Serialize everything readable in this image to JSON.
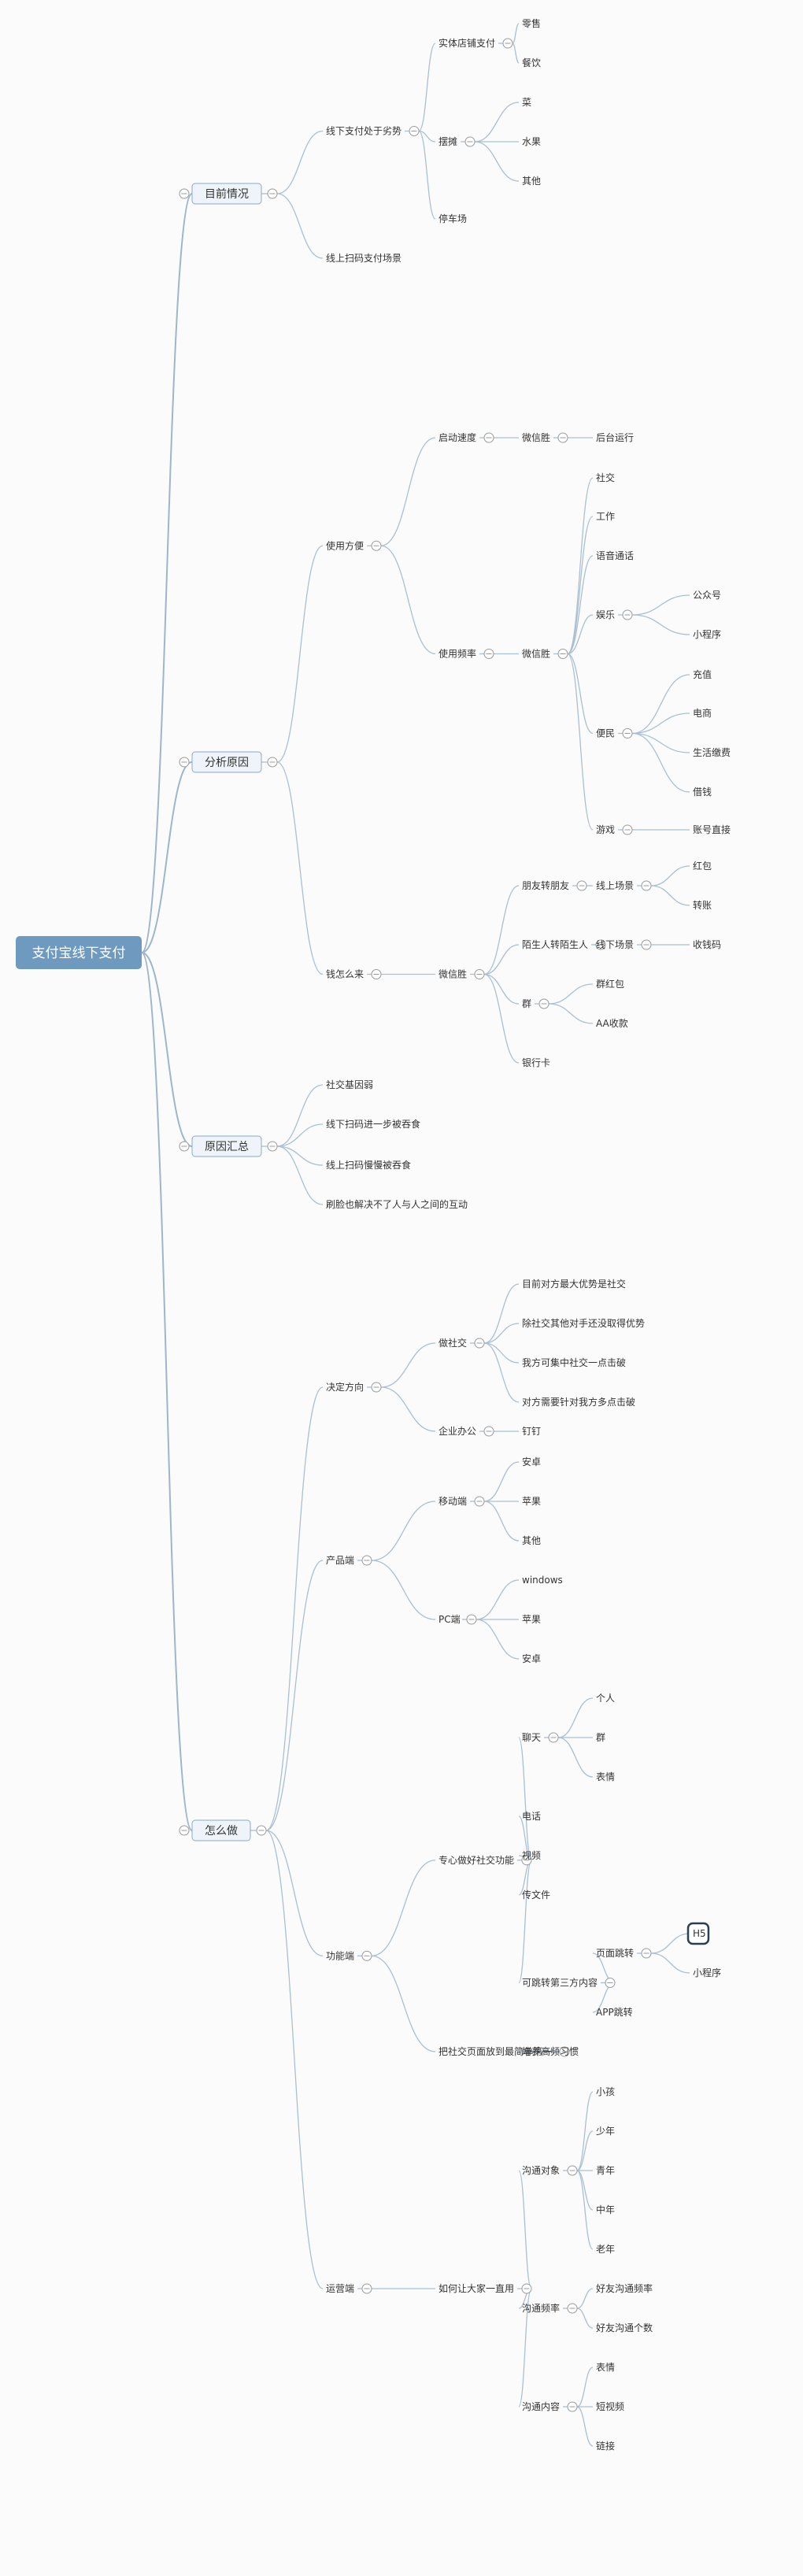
{
  "mindmap": {
    "root": "支付宝线下支付",
    "branches": [
      {
        "label": "目前情况",
        "children": [
          {
            "label": "线下支付处于劣势",
            "children": [
              {
                "label": "实体店铺支付",
                "children": [
                  {
                    "label": "零售"
                  },
                  {
                    "label": "餐饮"
                  }
                ]
              },
              {
                "label": "摆摊",
                "children": [
                  {
                    "label": "菜"
                  },
                  {
                    "label": "水果"
                  },
                  {
                    "label": "其他"
                  }
                ]
              },
              {
                "label": "停车场"
              }
            ]
          },
          {
            "label": "线上扫码支付场景"
          }
        ]
      },
      {
        "label": "分析原因",
        "children": [
          {
            "label": "使用方便",
            "children": [
              {
                "label": "启动速度",
                "children": [
                  {
                    "label": "微信胜",
                    "children": [
                      {
                        "label": "后台运行"
                      }
                    ]
                  }
                ]
              },
              {
                "label": "使用频率",
                "children": [
                  {
                    "label": "微信胜",
                    "children": [
                      {
                        "label": "社交"
                      },
                      {
                        "label": "工作"
                      },
                      {
                        "label": "语音通话"
                      },
                      {
                        "label": "娱乐",
                        "children": [
                          {
                            "label": "公众号"
                          },
                          {
                            "label": "小程序"
                          }
                        ]
                      },
                      {
                        "label": "便民",
                        "children": [
                          {
                            "label": "充值"
                          },
                          {
                            "label": "电商"
                          },
                          {
                            "label": "生活缴费"
                          },
                          {
                            "label": "借钱"
                          }
                        ]
                      },
                      {
                        "label": "游戏",
                        "children": [
                          {
                            "label": "账号直接"
                          }
                        ]
                      }
                    ]
                  }
                ]
              }
            ]
          },
          {
            "label": "钱怎么来",
            "children": [
              {
                "label": "微信胜",
                "children": [
                  {
                    "label": "朋友转朋友",
                    "children": [
                      {
                        "label": "线上场景",
                        "children": [
                          {
                            "label": "红包"
                          },
                          {
                            "label": "转账"
                          }
                        ]
                      }
                    ]
                  },
                  {
                    "label": "陌生人转陌生人",
                    "children": [
                      {
                        "label": "线下场景",
                        "children": [
                          {
                            "label": "收钱码"
                          }
                        ]
                      }
                    ]
                  },
                  {
                    "label": "群",
                    "children": [
                      {
                        "label": "群红包"
                      },
                      {
                        "label": "AA收款"
                      }
                    ]
                  },
                  {
                    "label": "银行卡"
                  }
                ]
              }
            ]
          }
        ]
      },
      {
        "label": "原因汇总",
        "children": [
          {
            "label": "社交基因弱"
          },
          {
            "label": "线下扫码进一步被吞食"
          },
          {
            "label": "线上扫码慢慢被吞食"
          },
          {
            "label": "刷脸也解决不了人与人之间的互动"
          }
        ]
      },
      {
        "label": "怎么做",
        "children": [
          {
            "label": "决定方向",
            "children": [
              {
                "label": "做社交",
                "children": [
                  {
                    "label": "目前对方最大优势是社交"
                  },
                  {
                    "label": "除社交其他对手还没取得优势"
                  },
                  {
                    "label": "我方可集中社交一点击破"
                  },
                  {
                    "label": "对方需要针对我方多点击破"
                  }
                ]
              },
              {
                "label": "企业办公",
                "children": [
                  {
                    "label": "钉钉"
                  }
                ]
              }
            ]
          },
          {
            "label": "产品端",
            "children": [
              {
                "label": "移动端",
                "children": [
                  {
                    "label": "安卓"
                  },
                  {
                    "label": "苹果"
                  },
                  {
                    "label": "其他"
                  }
                ]
              },
              {
                "label": "PC端",
                "children": [
                  {
                    "label": "windows"
                  },
                  {
                    "label": "苹果"
                  },
                  {
                    "label": "安卓"
                  }
                ]
              }
            ]
          },
          {
            "label": "功能端",
            "children": [
              {
                "label": "专心做好社交功能",
                "children": [
                  {
                    "label": "聊天",
                    "children": [
                      {
                        "label": "个人"
                      },
                      {
                        "label": "群"
                      },
                      {
                        "label": "表情"
                      }
                    ]
                  },
                  {
                    "label": "电话"
                  },
                  {
                    "label": "视频"
                  },
                  {
                    "label": "传文件"
                  },
                  {
                    "label": "可跳转第三方内容",
                    "children": [
                      {
                        "label": "页面跳转",
                        "children": [
                          {
                            "label": "H5"
                          },
                          {
                            "label": "小程序"
                          }
                        ]
                      },
                      {
                        "label": "APP跳转"
                      }
                    ]
                  }
                ]
              },
              {
                "label": "把社交页面放到最简单第一",
                "children": [
                  {
                    "label": "培养高频习惯"
                  }
                ]
              }
            ]
          },
          {
            "label": "运营端",
            "children": [
              {
                "label": "如何让大家一直用",
                "children": [
                  {
                    "label": "沟通对象",
                    "children": [
                      {
                        "label": "小孩"
                      },
                      {
                        "label": "少年"
                      },
                      {
                        "label": "青年"
                      },
                      {
                        "label": "中年"
                      },
                      {
                        "label": "老年"
                      }
                    ]
                  },
                  {
                    "label": "沟通频率",
                    "children": [
                      {
                        "label": "好友沟通频率"
                      },
                      {
                        "label": "好友沟通个数"
                      }
                    ]
                  },
                  {
                    "label": "沟通内容",
                    "children": [
                      {
                        "label": "表情"
                      },
                      {
                        "label": "短视频"
                      },
                      {
                        "label": "链接"
                      }
                    ]
                  }
                ]
              }
            ]
          }
        ]
      }
    ]
  },
  "colors": {
    "root_fill": "#6f9ac0",
    "branch_fill": "#eef4fa",
    "branch_stroke": "#8aa9c4",
    "edge": "#a9bfd3",
    "text": "#333333",
    "highlight_stroke": "#2c3e50"
  }
}
